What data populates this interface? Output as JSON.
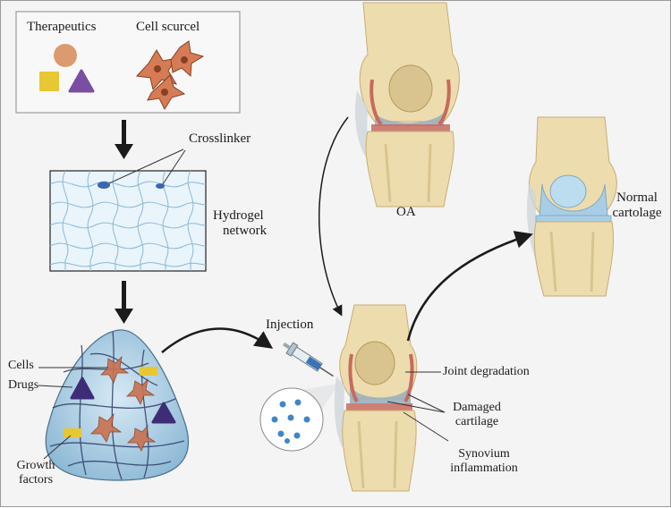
{
  "labels": {
    "therapeutics": "Therapeutics",
    "cell_source": "Cell scurcel",
    "crosslinker": "Crosslinker",
    "hydrogel_line1": "Hydrogel",
    "hydrogel_line2": "network",
    "injection": "Injection",
    "cells": "Cells",
    "drugs": "Drugs",
    "growth_line1": "Growth",
    "growth_line2": "factors",
    "oa": "OA",
    "normal_line1": "Normal",
    "normal_line2": "cartolage",
    "joint_degradation": "Joint degradation",
    "damaged_line1": "Damaged",
    "damaged_line2": "cartilage",
    "synovium_line1": "Synovium",
    "synovium_line2": "inflammation"
  },
  "colors": {
    "background": "#f4f4f4",
    "bone": "#eddcae",
    "bone_shade": "#d9c48f",
    "healthy_cartilage": "#a9cde4",
    "damaged_cartilage": "#9bb0bd",
    "inflammation": "#c76a5e",
    "hydrogel": "#9cc4dd",
    "drug_triangle": "#4e3a82",
    "growth_factor": "#e7c732",
    "cell": "#c9714f",
    "therapeutic_circle": "#dc9a6f",
    "therapeutic_square": "#e7c732",
    "therapeutic_triangle": "#7a4ea0"
  }
}
